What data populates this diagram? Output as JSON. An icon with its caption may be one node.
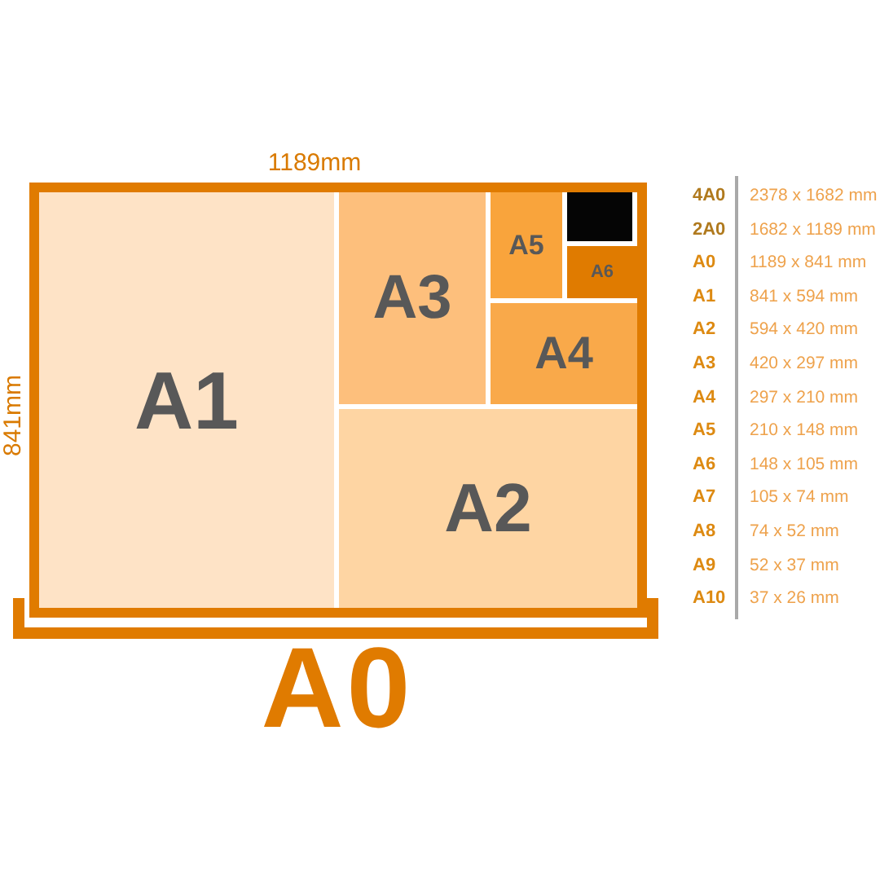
{
  "diagram": {
    "nodes": [
      {
        "text": [
          "A0"
        ]
      },
      {
        "text": [
          "A1"
        ],
        "in": 0
      },
      {
        "text": [
          "A3"
        ],
        "in": 0
      },
      {
        "text": [
          "A5"
        ],
        "in": 0
      },
      {
        "text": [],
        "shape": "box",
        "in": 0
      },
      {
        "text": [
          "A6"
        ],
        "in": 0
      },
      {
        "text": [
          "A4"
        ],
        "in": 0
      },
      {
        "text": [
          "A2"
        ],
        "in": 0
      }
    ],
    "labels": [
      "1189mm",
      "841mm",
      "4A0",
      "2378 x 1682 mm",
      "2A0",
      "1682 x 1189 mm",
      "A0",
      "1189 x 841 mm",
      "A1",
      "841 x 594 mm",
      "A2",
      "594 x 420 mm",
      "A3",
      "420 x 297 mm",
      "A4",
      "297 x 210 mm",
      "A5",
      "210 x 148 mm",
      "A6",
      "148 x 105 mm",
      "A7",
      "105 x 74 mm",
      "A8",
      "74 x 52 mm",
      "A9",
      "52 x 37 mm",
      "A10",
      "37 x 26 mm"
    ]
  }
}
